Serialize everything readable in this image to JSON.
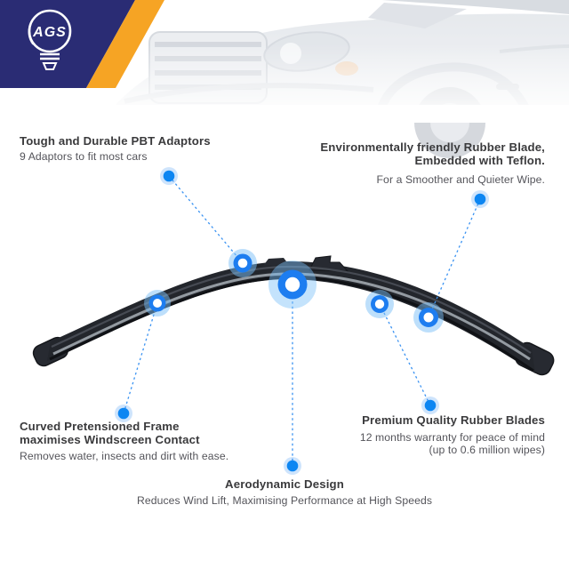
{
  "brand": {
    "name": "AGS"
  },
  "callouts": {
    "adaptors": {
      "title": "Tough and Durable PBT Adaptors",
      "description": "9 Adaptors to fit most cars"
    },
    "rubber": {
      "title_line1": "Environmentally friendly Rubber Blade,",
      "title_line2": "Embedded with Teflon.",
      "description": "For a Smoother and Quieter Wipe."
    },
    "frame": {
      "title_line1": "Curved Pretensioned Frame",
      "title_line2": "maximises Windscreen Contact",
      "description": "Removes water, insects and dirt with ease."
    },
    "premium": {
      "title": "Premium Quality Rubber Blades",
      "description_line1": "12 months warranty for peace of mind",
      "description_line2": "(up to 0.6 million wipes)"
    },
    "aero": {
      "title": "Aerodynamic Design",
      "description": "Reduces Wind Lift, Maximising Performance at High Speeds"
    }
  },
  "colors": {
    "banner_navy": "#2a2c74",
    "banner_orange": "#f6a424",
    "marker_blue": "#0d86f2",
    "marker_glow": "#7cc0f8",
    "connector_blue": "#3b93f2",
    "heading_text": "#3a3a3c",
    "body_text": "#54545a",
    "blade_dark": "#23262c"
  }
}
